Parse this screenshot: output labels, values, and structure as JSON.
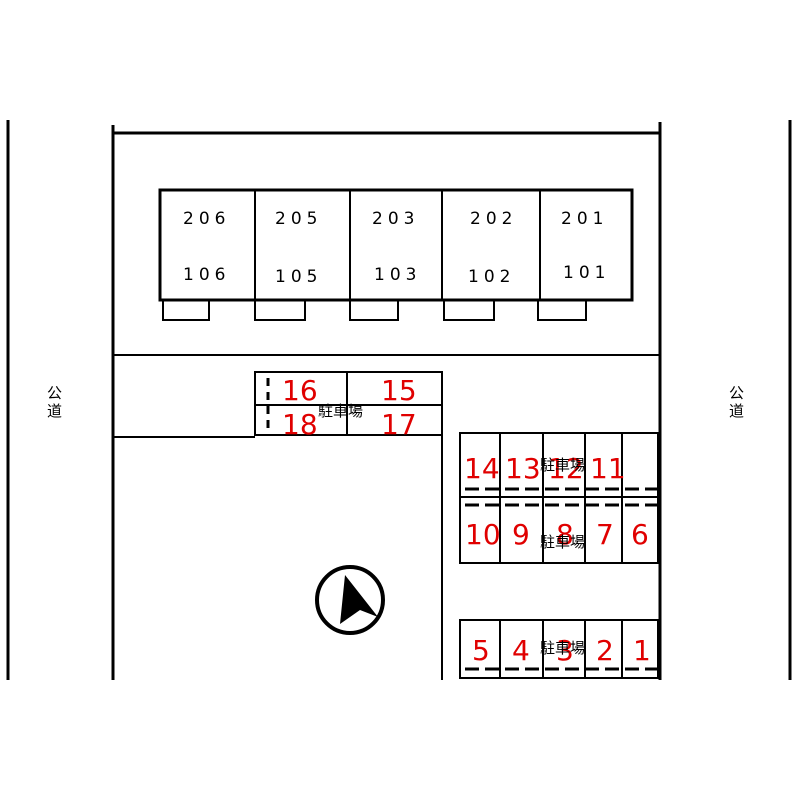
{
  "road_label": "公道",
  "road_left_chars": [
    "公",
    "道"
  ],
  "road_right_chars": [
    "公",
    "道"
  ],
  "building": {
    "units": [
      {
        "upper": "206",
        "lower": "106"
      },
      {
        "upper": "205",
        "lower": "105"
      },
      {
        "upper": "203",
        "lower": "103"
      },
      {
        "upper": "202",
        "lower": "102"
      },
      {
        "upper": "201",
        "lower": "101"
      }
    ]
  },
  "parking_label": "駐車場",
  "parking_lots": {
    "top_row": [
      "16",
      "15"
    ],
    "top_row_b": [
      "18",
      "17"
    ],
    "right_upper": [
      "14",
      "13",
      "12",
      "11"
    ],
    "right_middle": [
      "10",
      "9",
      "8",
      "7",
      "6"
    ],
    "right_bottom": [
      "5",
      "4",
      "3",
      "2",
      "1"
    ]
  },
  "compass": {
    "direction": "north",
    "icon": "north-arrow-icon"
  }
}
